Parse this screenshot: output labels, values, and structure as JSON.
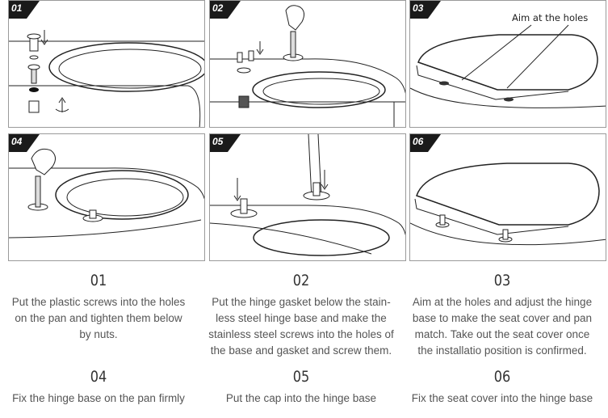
{
  "panels": [
    {
      "label": "01"
    },
    {
      "label": "02"
    },
    {
      "label": "03",
      "callout": "Aim at the holes"
    },
    {
      "label": "04"
    },
    {
      "label": "05"
    },
    {
      "label": "06"
    }
  ],
  "steps": [
    {
      "number": "01",
      "text": "Put the plastic screws into the holes on the pan and tighten them below by nuts."
    },
    {
      "number": "02",
      "text": "Put the hinge gasket below the stain-less steel hinge base and make the stainless steel screws into the holes of the base and gasket and screw them."
    },
    {
      "number": "03",
      "text": "Aim at the holes and adjust the hinge base to make the seat cover and pan match. Take out the seat cover once the installatio position is confirmed."
    },
    {
      "number": "04",
      "text": "Fix the hinge base on the pan firmly"
    },
    {
      "number": "05",
      "text": "Put the cap into the hinge base"
    },
    {
      "number": "06",
      "text": "Fix the seat cover into the hinge base"
    }
  ]
}
